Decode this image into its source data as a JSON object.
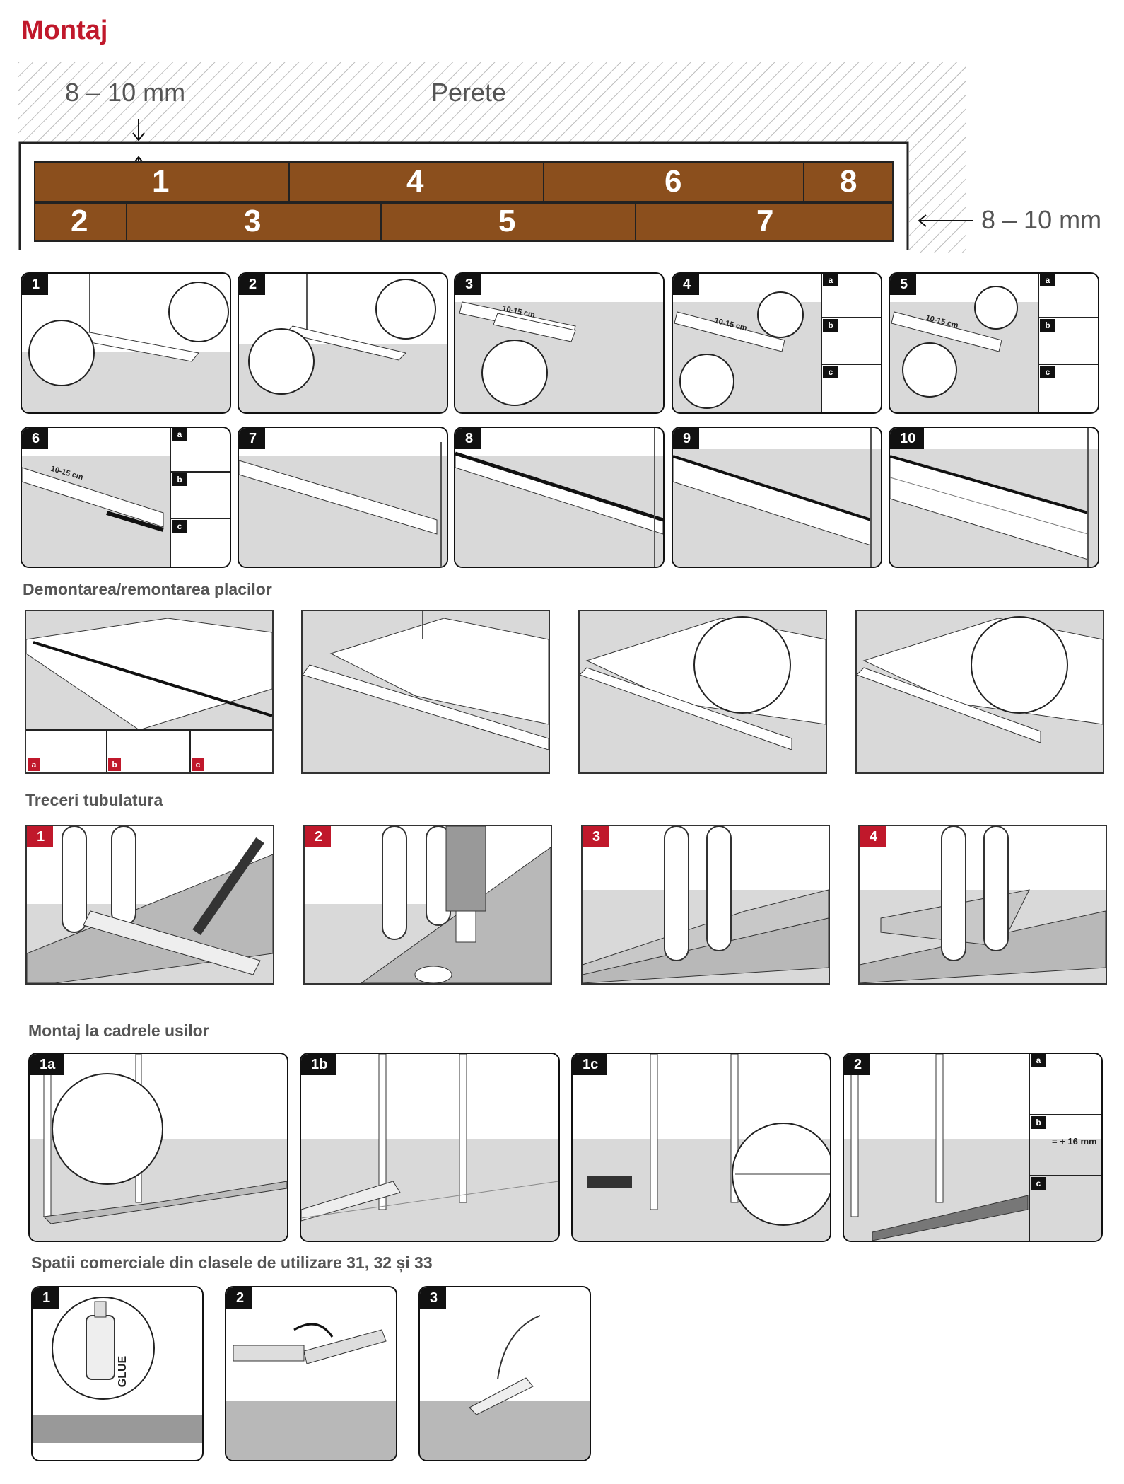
{
  "page_title": "Montaj",
  "layout_diagram": {
    "gap_top": "8 – 10 mm",
    "wall_label": "Perete",
    "gap_right": "8 – 10 mm",
    "planks_row1": [
      "1",
      "4",
      "6",
      "8"
    ],
    "planks_row2": [
      "2",
      "3",
      "5",
      "7"
    ]
  },
  "install_steps": {
    "row1": [
      "1",
      "2",
      "3",
      "4",
      "5"
    ],
    "row2": [
      "6",
      "7",
      "8",
      "9",
      "10"
    ],
    "sublabels": [
      "a",
      "b",
      "c"
    ],
    "dim_labels": [
      "10-15 cm",
      "10-15 cm",
      "10-15 cm",
      "10-15 cm"
    ]
  },
  "sections": {
    "demount": "Demontarea/remontarea placilor",
    "pipes": "Treceri tubulatura",
    "doors": "Montaj la cadrele usilor",
    "commercial": "Spatii comerciale din clasele de utilizare 31, 32 și 33"
  },
  "demount_sublabels": [
    "a",
    "b",
    "c"
  ],
  "pipe_steps": [
    "1",
    "2",
    "3",
    "4"
  ],
  "door_steps": [
    "1a",
    "1b",
    "1c",
    "2"
  ],
  "door_sublabels": [
    "a",
    "b",
    "c"
  ],
  "door_note": "= + 16 mm",
  "commercial_steps": [
    "1",
    "2",
    "3"
  ],
  "glue_label": "GLUE",
  "colors": {
    "accent": "#c0182b",
    "plank": "#8b4f1d",
    "floor": "#d9d9d9"
  }
}
